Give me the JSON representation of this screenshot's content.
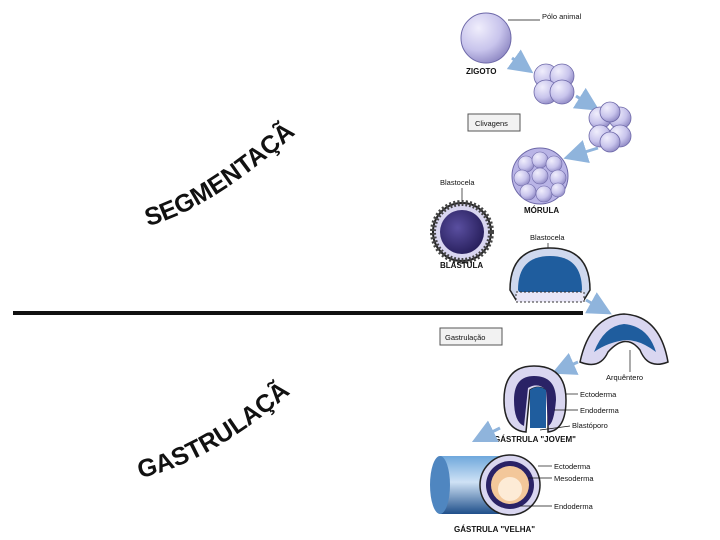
{
  "slide": {
    "title_segmentation": "SEGMENTAÇÃO",
    "title_gastrulation": "GASTRULAÇÃO"
  },
  "figure": {
    "label_polo_animal": "Pólo animal",
    "label_zigoto": "ZIGOTO",
    "box_clivagens": "Clivagens",
    "label_blastocela_1": "Blastocela",
    "label_morula": "MÓRULA",
    "label_blastocela_2": "Blastocela",
    "label_blastula": "BLÁSTULA",
    "box_gastrulacao": "Gastrulação",
    "label_arquentero": "Arquêntero",
    "label_ectoderma_1": "Ectoderma",
    "label_endoderma_1": "Endoderma",
    "label_blastoporo": "Blastóporo",
    "label_gastrula_jovem": "GÁSTRULA \"JOVEM\"",
    "label_ectoderma_2": "Ectoderma",
    "label_mesoderma": "Mesoderma",
    "label_endoderma_2": "Endoderma",
    "label_gastrula_velha": "GÁSTRULA \"VELHA\""
  },
  "colors": {
    "cell_lavender": "#c8c4ec",
    "blastocoel_dark": "#2a2266",
    "cavity_blue": "#1f5d9e",
    "arrow_blue": "#8fb4dc",
    "mesoderm_peach": "#f3c79a"
  }
}
